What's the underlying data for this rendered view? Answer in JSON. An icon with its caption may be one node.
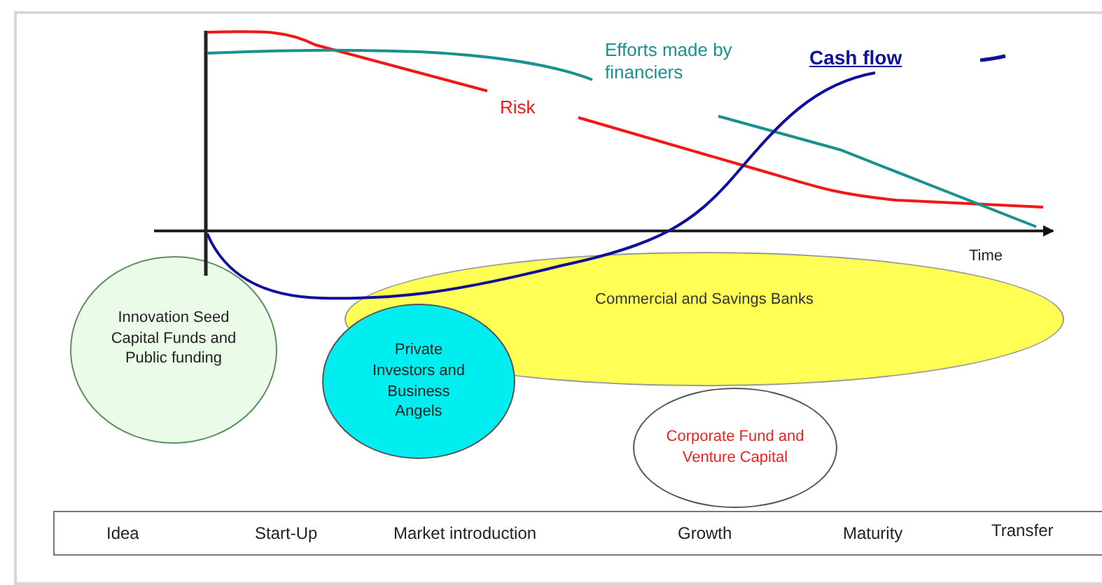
{
  "diagram": {
    "nodes": [
      {
        "text": [
          "Innovation Seed Capital Funds and Public funding"
        ]
      },
      {
        "text": [
          "Commercial and Savings Banks"
        ]
      },
      {
        "text": [
          "Private Investors and Business Angels"
        ]
      },
      {
        "text": [
          "Corporate Fund and Venture Capital"
        ]
      }
    ],
    "edges": [],
    "labels": [
      "Efforts made by financiers",
      "Risk",
      "Time",
      "Idea",
      "Start-Up",
      "Market introduction",
      "Growth",
      "Maturity",
      "Transfer"
    ],
    "legend": [
      {
        "text": "Cash flow"
      }
    ]
  }
}
